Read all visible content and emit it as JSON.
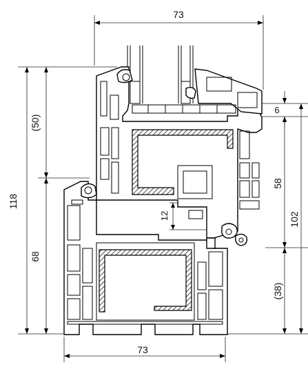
{
  "dimensions": {
    "top_width": "73",
    "bottom_width": "73",
    "total_height": "118",
    "upper_left": "(50)",
    "lower_left": "68",
    "right_total": "102",
    "right_upper": "58",
    "right_top": "6",
    "right_lower": "(38)",
    "center": "12"
  }
}
